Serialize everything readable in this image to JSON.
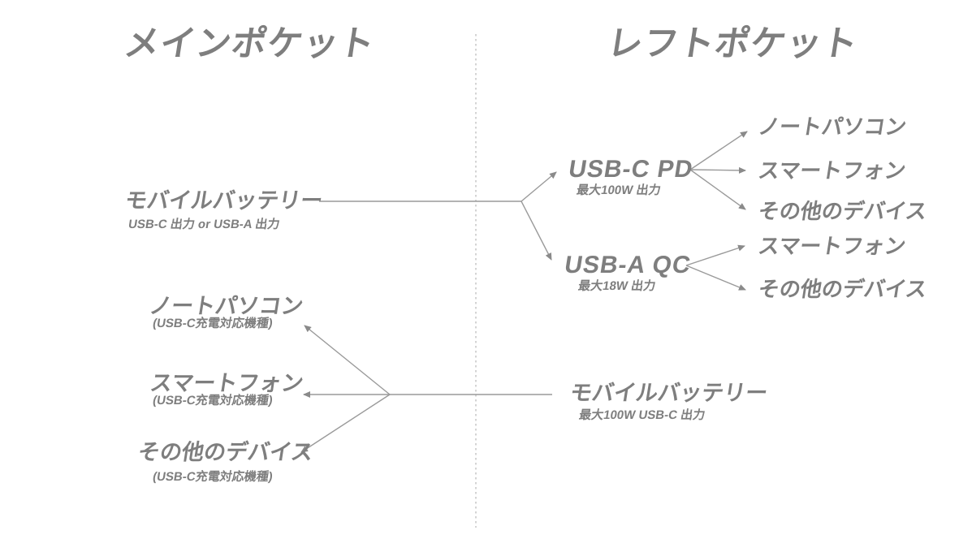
{
  "titles": {
    "main_pocket": "メインポケット",
    "left_pocket": "レフトポケット"
  },
  "top_flow": {
    "source": {
      "label": "モバイルバッテリー",
      "sub": "USB-C 出力 or USB-A 出力"
    },
    "usb_c_pd": {
      "label": "USB-C PD",
      "sub": "最大100W 出力",
      "targets": [
        "ノートパソコン",
        "スマートフォン",
        "その他のデバイス"
      ]
    },
    "usb_a_qc": {
      "label": "USB-A QC",
      "sub": "最大18W 出力",
      "targets": [
        "スマートフォン",
        "その他のデバイス"
      ]
    }
  },
  "bottom_flow": {
    "source": {
      "label": "モバイルバッテリー",
      "sub": "最大100W USB-C 出力"
    },
    "targets": [
      {
        "label": "ノートパソコン",
        "sub": "(USB-C充電対応機種)"
      },
      {
        "label": "スマートフォン",
        "sub": "(USB-C充電対応機種)"
      },
      {
        "label": "その他のデバイス",
        "sub": "(USB-C充電対応機種)"
      }
    ]
  },
  "colors": {
    "text": "#7e7e7e",
    "line": "#9a9a9a",
    "arrowhead": "#8a8a8a",
    "divider": "#bdbdbd",
    "background": "#ffffff"
  }
}
